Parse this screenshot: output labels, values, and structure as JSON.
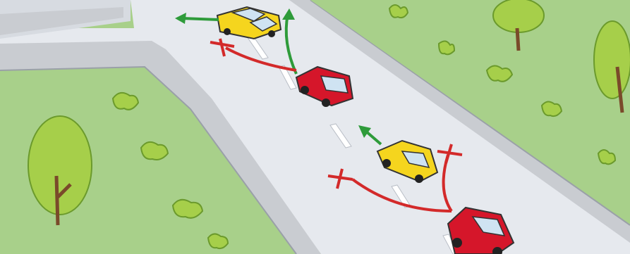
{
  "image": {
    "description_type": "traffic-illustration",
    "elements": [
      "road",
      "side-street",
      "grass-left",
      "grass-right",
      "yellow-car-top",
      "red-car-middle",
      "yellow-car-bottom",
      "red-car-bottom",
      "green-arrow-allowed",
      "red-arrow-forbidden",
      "red-x-mark"
    ]
  },
  "colors": {
    "grass": "#a8d08a",
    "grass_dark": "#8cbf6c",
    "road": "#e6e9ee",
    "curb": "#c9ccd1",
    "curb_edge": "#9aa0a8",
    "lane_mark": "#ffffff",
    "yellow_car": "#f5d51e",
    "red_car": "#d5162a",
    "allowed_arrow": "#2e9b3a",
    "forbidden_arrow": "#d32a2a",
    "tree": "#a6cf4a",
    "trunk": "#7a4a2a"
  }
}
